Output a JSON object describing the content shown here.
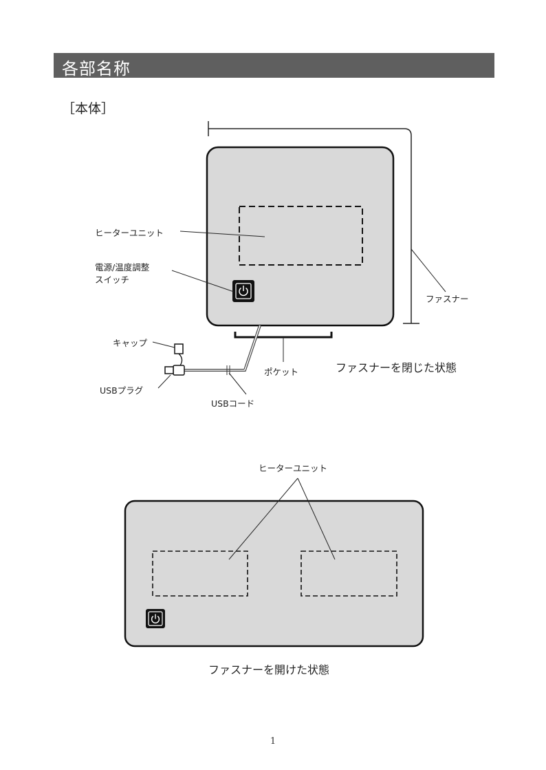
{
  "header": {
    "title": "各部名称"
  },
  "section": {
    "label": "［本体］"
  },
  "closed_state": {
    "caption": "ファスナーを閉じた状態",
    "labels": {
      "heater_unit": "ヒーターユニット",
      "power_switch_line1": "電源/温度調整",
      "power_switch_line2": "スイッチ",
      "fastener": "ファスナー",
      "cap": "キャップ",
      "pocket": "ポケット",
      "usb_plug": "USBプラグ",
      "usb_cord": "USBコード"
    }
  },
  "open_state": {
    "caption": "ファスナーを開けた状態",
    "labels": {
      "heater_unit": "ヒーターユニット"
    }
  },
  "footer": {
    "page_number": "1"
  },
  "icons": [
    "power-icon"
  ]
}
